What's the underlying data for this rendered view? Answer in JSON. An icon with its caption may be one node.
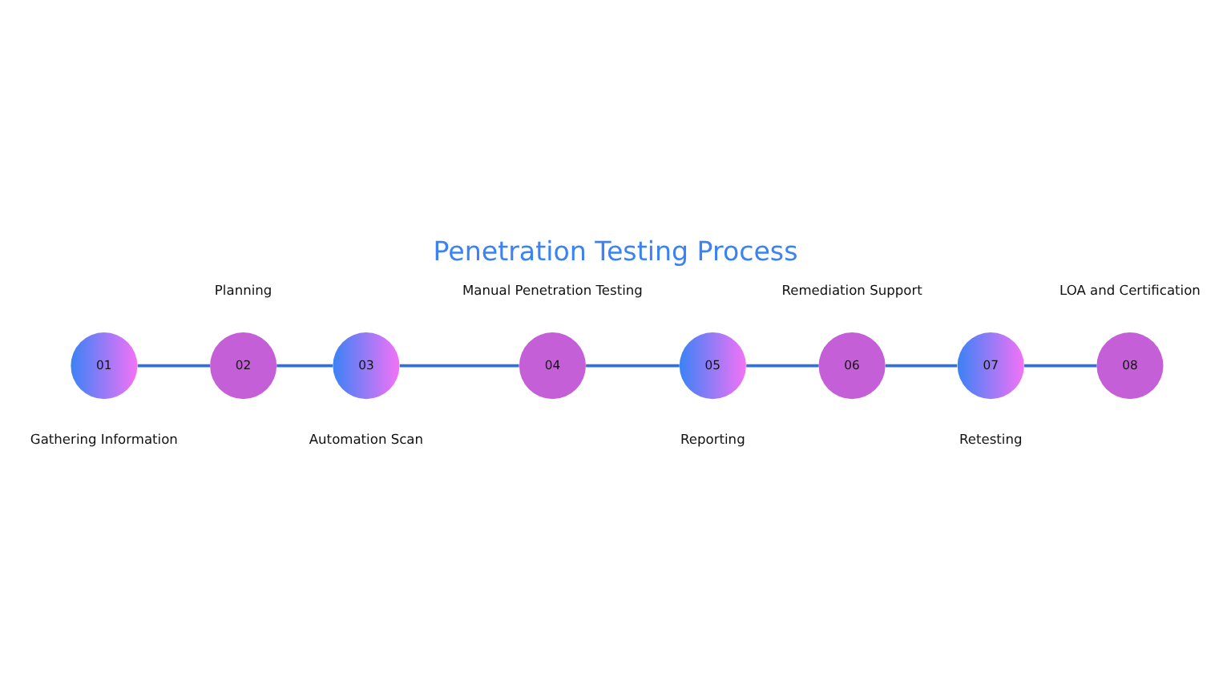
{
  "diagram": {
    "title": "Penetration Testing Process",
    "nodes": [
      {
        "text": [
          "01"
        ],
        "beside": [
          "Gathering Information"
        ]
      },
      {
        "text": [
          "02"
        ],
        "beside": [
          "Planning"
        ]
      },
      {
        "text": [
          "03"
        ],
        "beside": [
          "Automation Scan"
        ]
      },
      {
        "text": [
          "04"
        ],
        "beside": [
          "Manual Penetration Testing"
        ]
      },
      {
        "text": [
          "05"
        ],
        "beside": [
          "Reporting"
        ]
      },
      {
        "text": [
          "06"
        ],
        "beside": [
          "Remediation Support"
        ]
      },
      {
        "text": [
          "07"
        ],
        "beside": [
          "Retesting"
        ]
      },
      {
        "text": [
          "08"
        ],
        "beside": [
          "LOA and Certification"
        ]
      }
    ],
    "edges": [
      {
        "from": 0,
        "to": 1,
        "arrow": "none"
      },
      {
        "from": 1,
        "to": 2,
        "arrow": "none"
      },
      {
        "from": 2,
        "to": 3,
        "arrow": "none"
      },
      {
        "from": 3,
        "to": 4,
        "arrow": "none"
      },
      {
        "from": 4,
        "to": 5,
        "arrow": "none"
      },
      {
        "from": 5,
        "to": 6,
        "arrow": "none"
      },
      {
        "from": 6,
        "to": 7,
        "arrow": "none"
      }
    ]
  }
}
